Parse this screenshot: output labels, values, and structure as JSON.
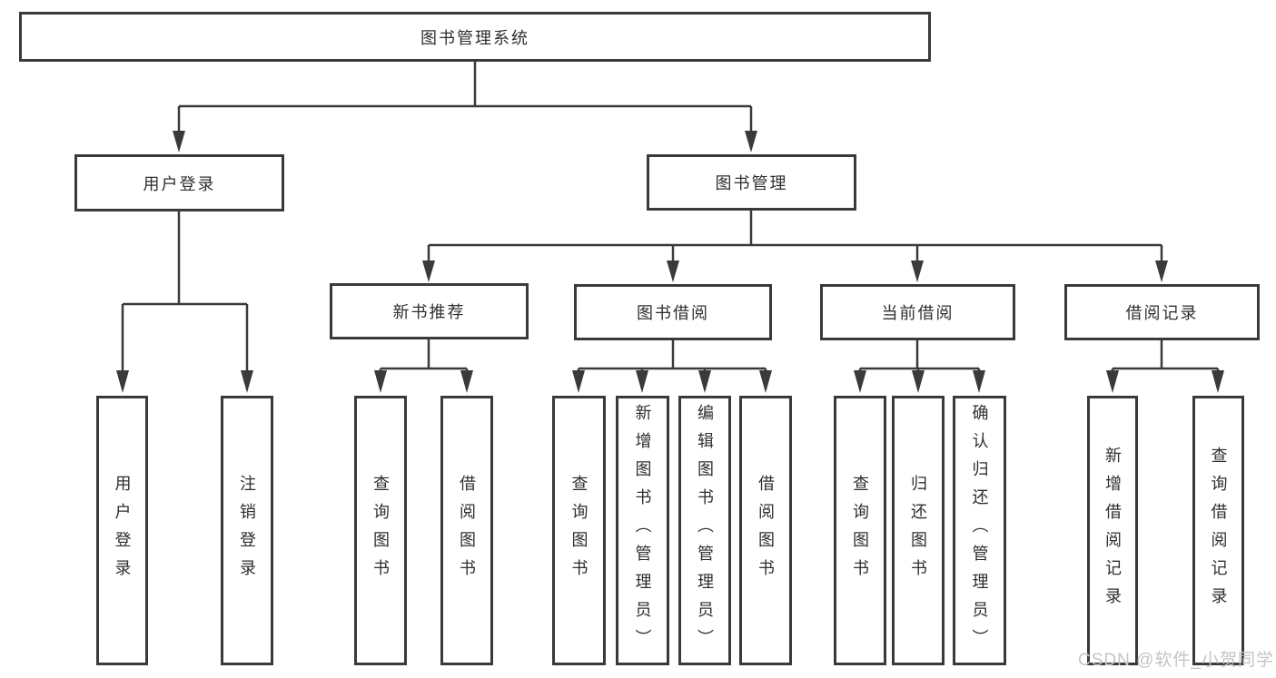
{
  "tree": {
    "root": "图书管理系统",
    "branches": [
      {
        "label": "用户登录",
        "children": [
          "用户登录",
          "注销登录"
        ]
      },
      {
        "label": "图书管理",
        "groups": [
          {
            "label": "新书推荐",
            "children": [
              "查询图书",
              "借阅图书"
            ]
          },
          {
            "label": "图书借阅",
            "children": [
              "查询图书",
              "新增图书（管理员）",
              "编辑图书（管理员）",
              "借阅图书"
            ]
          },
          {
            "label": "当前借阅",
            "children": [
              "查询图书",
              "归还图书",
              "确认归还（管理员）"
            ]
          },
          {
            "label": "借阅记录",
            "children": [
              "新增借阅记录",
              "查询借阅记录"
            ]
          }
        ]
      }
    ]
  },
  "watermark": {
    "text": "CSDN @软件_小贺同学"
  },
  "colors": {
    "line": "#3a3a3a",
    "text": "#2e2e2e",
    "watermark": "#c6c3c3",
    "background": "#ffffff"
  }
}
